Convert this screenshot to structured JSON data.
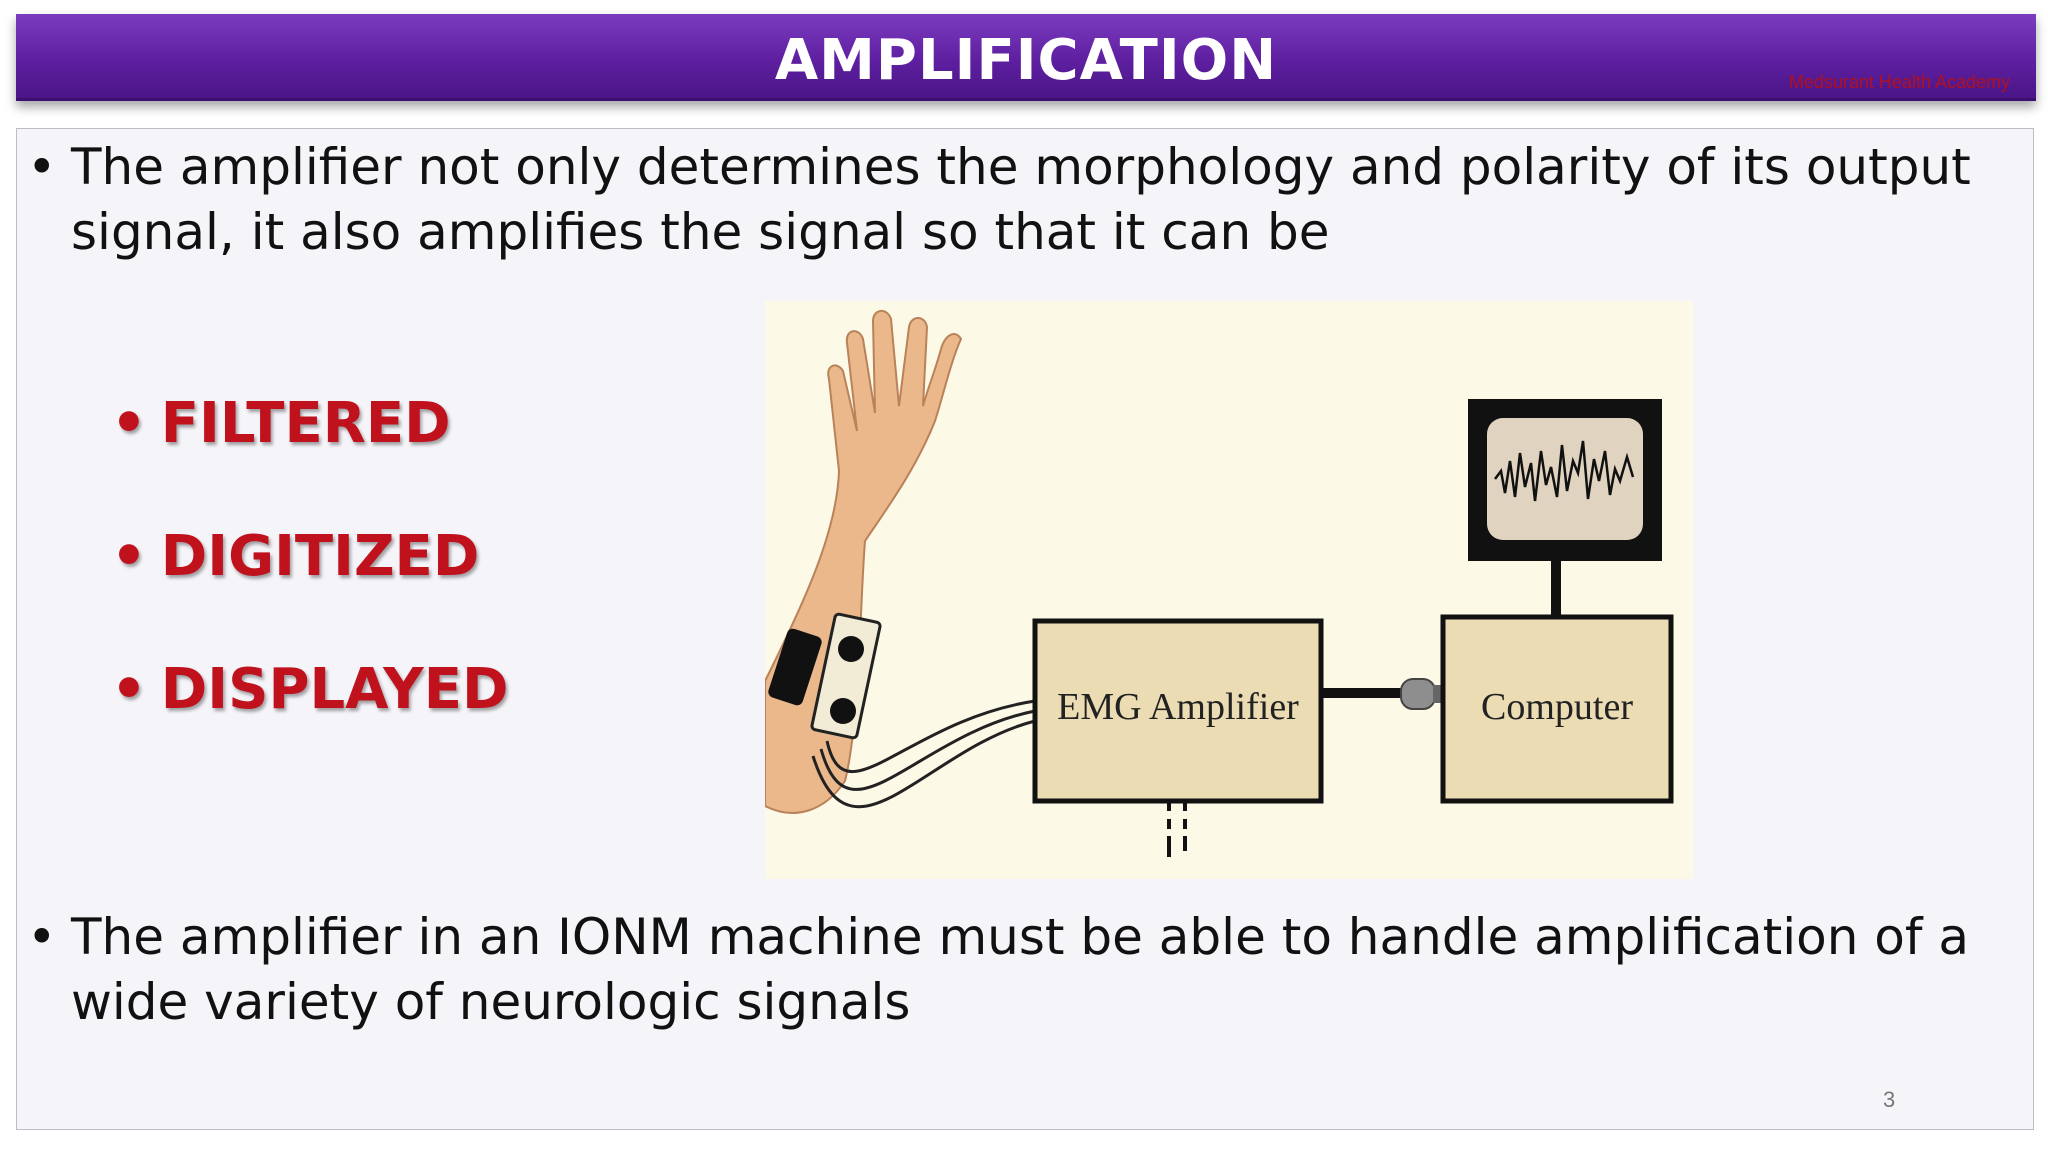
{
  "header": {
    "title": "AMPLIFICATION",
    "brand": "Medsurant Health Academy"
  },
  "content": {
    "bullet_glyph": "•",
    "paragraph_1": "The amplifier not only determines the morphology and polarity of its output signal, it also amplifies the signal so that it can be",
    "highlights": [
      "FILTERED",
      "DIGITIZED",
      "DISPLAYED"
    ],
    "paragraph_2": "The amplifier in an IONM machine must be able to handle amplification of a wide variety of neurologic signals"
  },
  "diagram": {
    "amplifier_label": "EMG Amplifier",
    "computer_label": "Computer"
  },
  "footer": {
    "page_number": "3"
  },
  "colors": {
    "title_bar": "#6a2bb0",
    "highlight_red": "#c0121c",
    "diagram_bg": "#fcf9e6",
    "box_fill": "#ecdcb4"
  }
}
